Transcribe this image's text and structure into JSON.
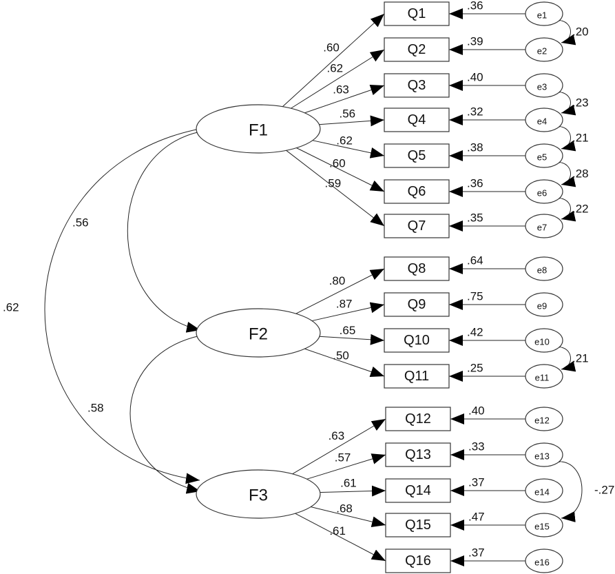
{
  "factors": [
    {
      "id": "F1",
      "label": "F1"
    },
    {
      "id": "F2",
      "label": "F2"
    },
    {
      "id": "F3",
      "label": "F3"
    }
  ],
  "items": [
    {
      "label": "Q1",
      "factor": "F1",
      "loading": ".60",
      "error": "e1",
      "error_value": ".36"
    },
    {
      "label": "Q2",
      "factor": "F1",
      "loading": ".62",
      "error": "e2",
      "error_value": ".39"
    },
    {
      "label": "Q3",
      "factor": "F1",
      "loading": ".63",
      "error": "e3",
      "error_value": ".40"
    },
    {
      "label": "Q4",
      "factor": "F1",
      "loading": ".56",
      "error": "e4",
      "error_value": ".32"
    },
    {
      "label": "Q5",
      "factor": "F1",
      "loading": ".62",
      "error": "e5",
      "error_value": ".38"
    },
    {
      "label": "Q6",
      "factor": "F1",
      "loading": ".60",
      "error": "e6",
      "error_value": ".36"
    },
    {
      "label": "Q7",
      "factor": "F1",
      "loading": ".59",
      "error": "e7",
      "error_value": ".35"
    },
    {
      "label": "Q8",
      "factor": "F2",
      "loading": ".80",
      "error": "e8",
      "error_value": ".64"
    },
    {
      "label": "Q9",
      "factor": "F2",
      "loading": ".87",
      "error": "e9",
      "error_value": ".75"
    },
    {
      "label": "Q10",
      "factor": "F2",
      "loading": ".65",
      "error": "e10",
      "error_value": ".42"
    },
    {
      "label": "Q11",
      "factor": "F2",
      "loading": ".50",
      "error": "e11",
      "error_value": ".25"
    },
    {
      "label": "Q12",
      "factor": "F3",
      "loading": ".63",
      "error": "e12",
      "error_value": ".40"
    },
    {
      "label": "Q13",
      "factor": "F3",
      "loading": ".57",
      "error": "e13",
      "error_value": ".33"
    },
    {
      "label": "Q14",
      "factor": "F3",
      "loading": ".61",
      "error": "e14",
      "error_value": ".37"
    },
    {
      "label": "Q15",
      "factor": "F3",
      "loading": ".68",
      "error": "e15",
      "error_value": ".47"
    },
    {
      "label": "Q16",
      "factor": "F3",
      "loading": ".61",
      "error": "e16",
      "error_value": ".37"
    }
  ],
  "error_covariances": [
    {
      "from": "e1",
      "to": "e2",
      "value": ".20"
    },
    {
      "from": "e3",
      "to": "e4",
      "value": ".23"
    },
    {
      "from": "e4",
      "to": "e5",
      "value": ".21"
    },
    {
      "from": "e5",
      "to": "e6",
      "value": ".28"
    },
    {
      "from": "e6",
      "to": "e7",
      "value": ".22"
    },
    {
      "from": "e10",
      "to": "e11",
      "value": ".21"
    },
    {
      "from": "e13",
      "to": "e15",
      "value": "-.27"
    }
  ],
  "factor_correlations": [
    {
      "from": "F1",
      "to": "F2",
      "value": ".56"
    },
    {
      "from": "F2",
      "to": "F3",
      "value": ".58"
    },
    {
      "from": "F1",
      "to": "F3",
      "value": ".62"
    }
  ]
}
